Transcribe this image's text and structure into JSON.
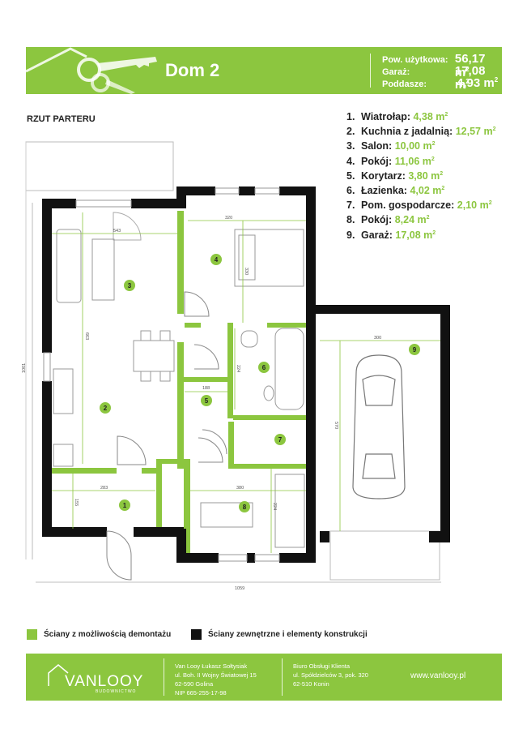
{
  "header": {
    "title": "Dom 2",
    "areas": [
      {
        "label": "Pow. użytkowa:",
        "value": "56,17 m",
        "sup": "2"
      },
      {
        "label": "Garaż:",
        "value": "17,08 m",
        "sup": "2"
      },
      {
        "label": "Poddasze:",
        "value": "4,93 m",
        "sup": "2"
      }
    ]
  },
  "plan": {
    "title": "RZUT PARTERU",
    "room_numbers": [
      "1",
      "2",
      "3",
      "4",
      "5",
      "6",
      "7",
      "8",
      "9"
    ],
    "dimensions": {
      "d543": "543",
      "d320": "320",
      "d330": "330",
      "d663": "663",
      "d188": "188",
      "d224a": "224",
      "d300": "300",
      "d570": "570",
      "d283": "283",
      "d155": "155",
      "d380": "380",
      "d224b": "224",
      "d1001": "1001",
      "d1059": "1059"
    }
  },
  "rooms": [
    {
      "num": "1.",
      "name": "Wiatrołap:",
      "area": "4,38 m",
      "sup": "2"
    },
    {
      "num": "2.",
      "name": "Kuchnia z jadalnią:",
      "area": "12,57 m",
      "sup": "2"
    },
    {
      "num": "3.",
      "name": "Salon:",
      "area": "10,00 m",
      "sup": "2"
    },
    {
      "num": "4.",
      "name": "Pokój:",
      "area": "11,06 m",
      "sup": "2"
    },
    {
      "num": "5.",
      "name": "Korytarz:",
      "area": "3,80 m",
      "sup": "2"
    },
    {
      "num": "6.",
      "name": "Łazienka:",
      "area": "4,02 m",
      "sup": "2"
    },
    {
      "num": "7.",
      "name": "Pom. gospodarcze:",
      "area": "2,10 m",
      "sup": "2"
    },
    {
      "num": "8.",
      "name": "Pokój:",
      "area": "8,24 m",
      "sup": "2"
    },
    {
      "num": "9.",
      "name": "Garaż:",
      "area": "17,08 m",
      "sup": "2"
    }
  ],
  "legend": {
    "green": "Ściany z możliwością demontażu",
    "black": "Ściany zewnętrzne i elementy konstrukcji"
  },
  "footer": {
    "logo_text": "VANLOOY",
    "logo_sub": "BUDOWNICTWO",
    "company": [
      "Van Looy Łukasz Sołtysiak",
      "ul. Boh. II Wojny Światowej 15",
      "62-590 Golina",
      "NIP 665-255-17-98"
    ],
    "office": [
      "Biuro Obsługi Klienta",
      "ul. Spółdzielców 3, pok. 320",
      "62-510 Konin"
    ],
    "website": "www.vanlooy.pl"
  },
  "colors": {
    "accent": "#8cc63f",
    "wall": "#111111"
  }
}
